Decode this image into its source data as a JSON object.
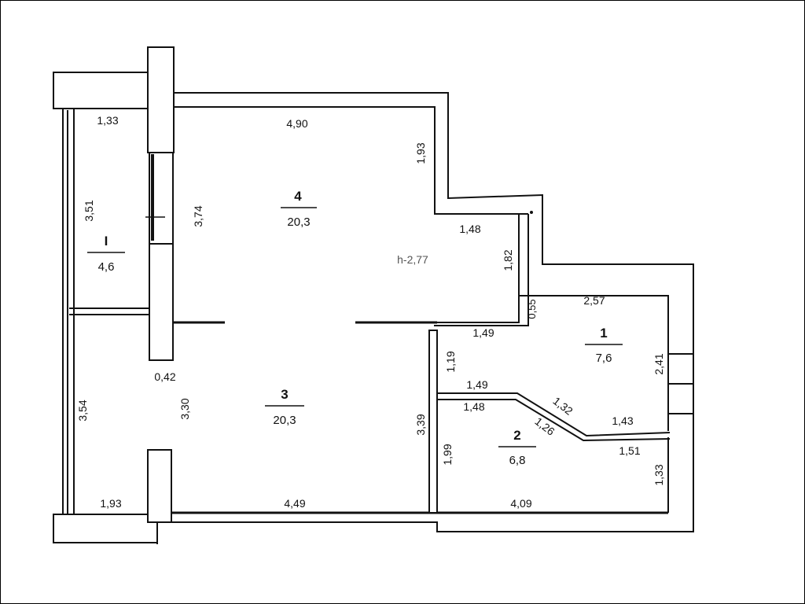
{
  "rooms": {
    "r1": {
      "number": "1",
      "area": "7,6"
    },
    "r2": {
      "number": "2",
      "area": "6,8"
    },
    "r3": {
      "number": "3",
      "area": "20,3"
    },
    "r4": {
      "number": "4",
      "area": "20,3"
    },
    "rI": {
      "number": "I",
      "area": "4,6"
    }
  },
  "ceiling_height": "h-2,77",
  "dimensions": {
    "d_1_33_top": "1,33",
    "d_4_90": "4,90",
    "d_1_93_top": "1,93",
    "d_3_51": "3,51",
    "d_3_74": "3,74",
    "d_1_48_top": "1,48",
    "d_1_82": "1,82",
    "d_0_55": "0,55",
    "d_2_57": "2,57",
    "d_1_49_a": "1,49",
    "d_1_19": "1,19",
    "d_2_41": "2,41",
    "d_0_42": "0,42",
    "d_3_30": "3,30",
    "d_3_54": "3,54",
    "d_1_49_b": "1,49",
    "d_1_48_b": "1,48",
    "d_1_32": "1,32",
    "d_1_26": "1,26",
    "d_1_43": "1,43",
    "d_3_39": "3,39",
    "d_1_99": "1,99",
    "d_1_51": "1,51",
    "d_1_33_right": "1,33",
    "d_1_93_bottom": "1,93",
    "d_4_49": "4,49",
    "d_4_09": "4,09"
  }
}
